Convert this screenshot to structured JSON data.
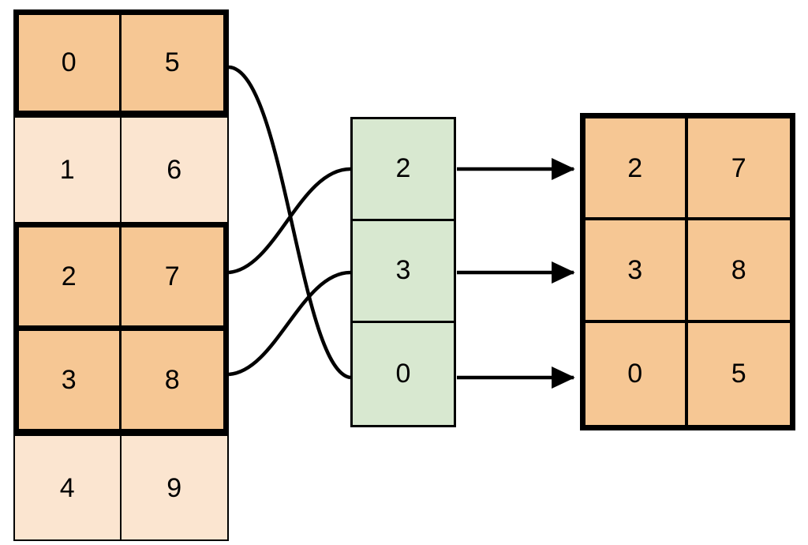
{
  "diagram": {
    "type": "array-gather-permutation",
    "colors": {
      "highlight_fill": "#F6C794",
      "plain_fill": "#FBE5D0",
      "index_fill": "#D8E8D0",
      "stroke": "#000000",
      "background": "#FFFFFF"
    }
  },
  "source_table": {
    "name": "source-array",
    "columns": 2,
    "rows": [
      {
        "cells": [
          "0",
          "5"
        ],
        "selected": true
      },
      {
        "cells": [
          "1",
          "6"
        ],
        "selected": false
      },
      {
        "cells": [
          "2",
          "7"
        ],
        "selected": true
      },
      {
        "cells": [
          "3",
          "8"
        ],
        "selected": true
      },
      {
        "cells": [
          "4",
          "9"
        ],
        "selected": false
      }
    ]
  },
  "index_column": {
    "name": "index-vector",
    "values": [
      "2",
      "3",
      "0"
    ]
  },
  "result_table": {
    "name": "result-array",
    "columns": 2,
    "rows": [
      {
        "cells": [
          "2",
          "7"
        ]
      },
      {
        "cells": [
          "3",
          "8"
        ]
      },
      {
        "cells": [
          "0",
          "5"
        ]
      }
    ]
  },
  "connections": {
    "curves": [
      {
        "from_row": 0,
        "from_label": "0",
        "to_index_cell": 2,
        "to_label": "0"
      },
      {
        "from_row": 2,
        "from_label": "2",
        "to_index_cell": 0,
        "to_label": "2"
      },
      {
        "from_row": 3,
        "from_label": "3",
        "to_index_cell": 1,
        "to_label": "3"
      }
    ],
    "arrows": [
      {
        "from_index_cell": 0,
        "from_label": "2",
        "to_result_row": 0
      },
      {
        "from_index_cell": 1,
        "from_label": "3",
        "to_result_row": 1
      },
      {
        "from_index_cell": 2,
        "from_label": "0",
        "to_result_row": 2
      }
    ]
  }
}
